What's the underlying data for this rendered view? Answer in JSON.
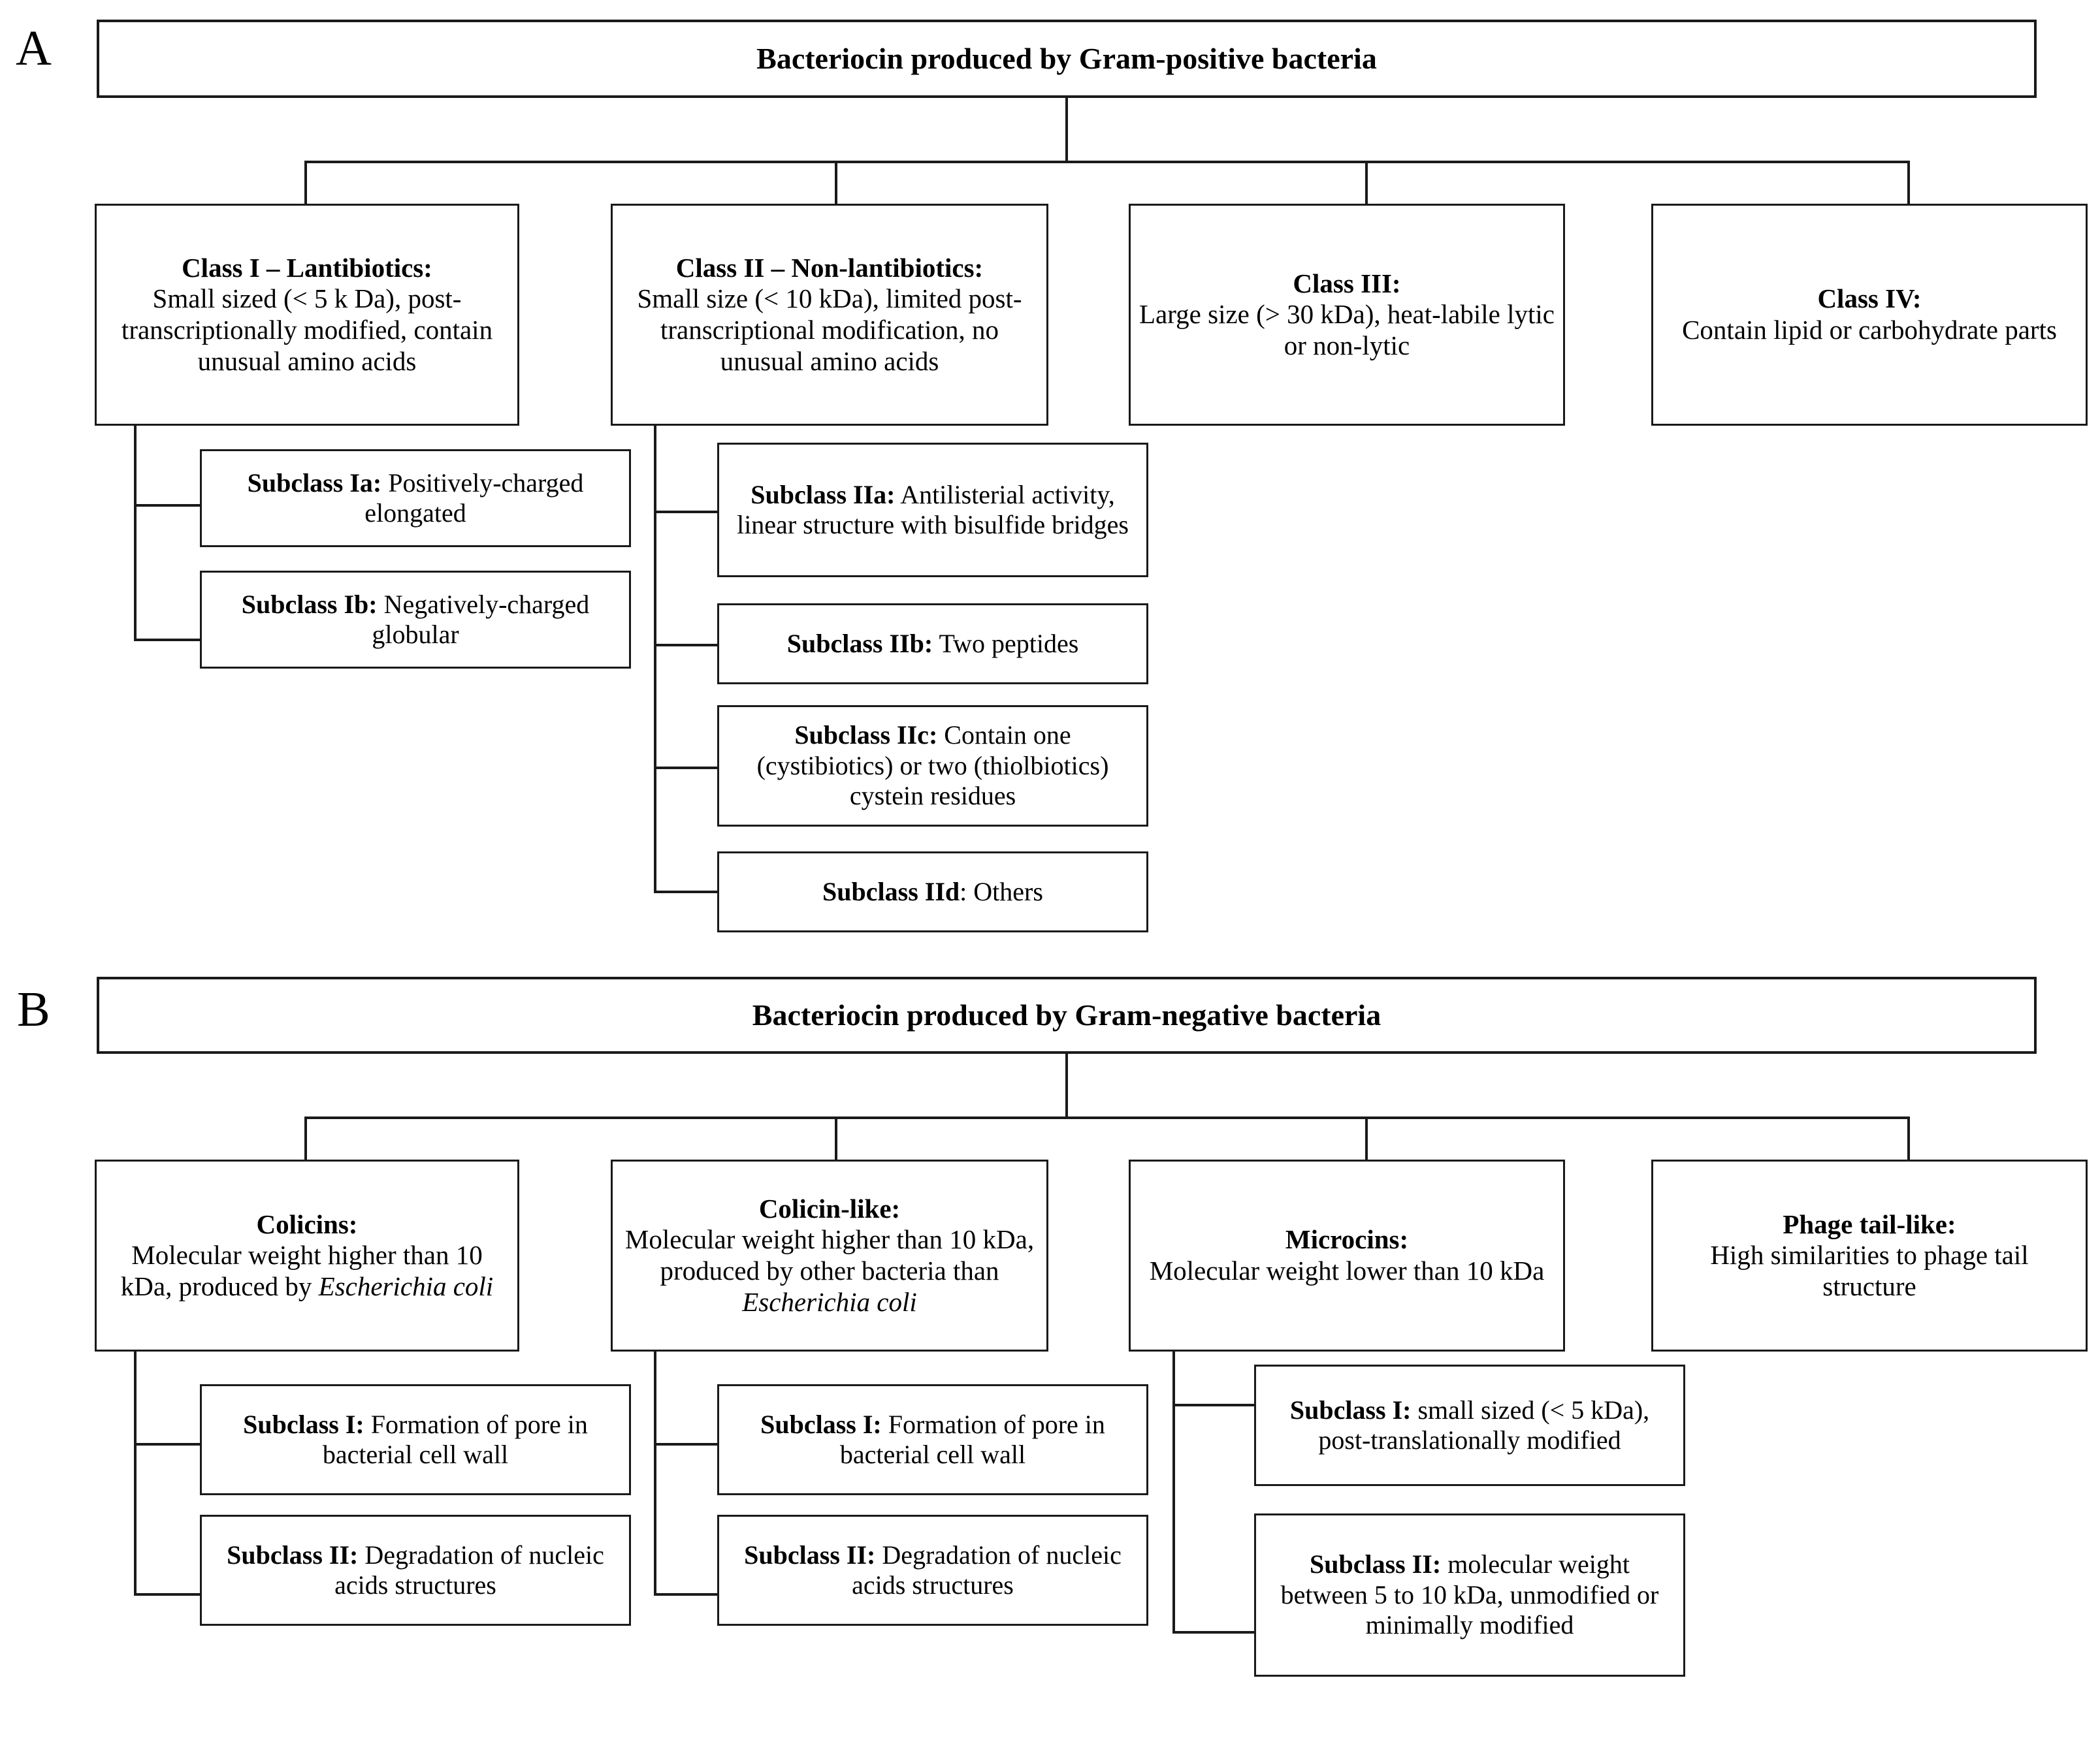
{
  "figure": {
    "panels": [
      {
        "letter": "A",
        "root": "Bacteriocin produced by Gram-positive bacteria",
        "classes": [
          {
            "title": "Class I – Lantibiotics:",
            "desc": "Small sized (< 5 k Da), post-transcriptionally modified, contain unusual amino acids",
            "subclasses": [
              {
                "title": "Subclass Ia:",
                "desc": "Positively-charged elongated"
              },
              {
                "title": "Subclass Ib:",
                "desc": "Negatively-charged globular"
              }
            ]
          },
          {
            "title": "Class II – Non-lantibiotics:",
            "desc": "Small size (< 10 kDa), limited post-transcriptional modification, no unusual amino acids",
            "subclasses": [
              {
                "title": "Subclass IIa:",
                "desc": "Antilisterial activity, linear structure with bisulfide bridges"
              },
              {
                "title": "Subclass IIb:",
                "desc": "Two peptides"
              },
              {
                "title": "Subclass IIc:",
                "desc": "Contain one (cystibiotics) or two (thiolbiotics) cystein residues"
              },
              {
                "title": "Subclass IId",
                "desc": ": Others"
              }
            ]
          },
          {
            "title": "Class III:",
            "desc": "Large size (> 30 kDa), heat-labile lytic or non-lytic",
            "subclasses": []
          },
          {
            "title": "Class IV:",
            "desc": "Contain lipid or carbohydrate parts",
            "subclasses": []
          }
        ]
      },
      {
        "letter": "B",
        "root": "Bacteriocin produced by Gram-negative bacteria",
        "classes": [
          {
            "title": "Colicins:",
            "desc": "Molecular weight higher than 10 kDa, produced by ",
            "desc_italic": "Escherichia coli",
            "subclasses": [
              {
                "title": "Subclass I:",
                "desc": "Formation of pore in bacterial cell wall"
              },
              {
                "title": "Subclass II:",
                "desc": "Degradation of nucleic acids structures"
              }
            ]
          },
          {
            "title": "Colicin-like:",
            "desc": "Molecular weight higher than 10 kDa, produced by other bacteria than ",
            "desc_italic": "Escherichia coli",
            "subclasses": [
              {
                "title": "Subclass I:",
                "desc": "Formation of pore in bacterial cell wall"
              },
              {
                "title": "Subclass II:",
                "desc": "Degradation of nucleic acids structures"
              }
            ]
          },
          {
            "title": "Microcins:",
            "desc": "Molecular weight lower than 10 kDa",
            "subclasses": [
              {
                "title": "Subclass I:",
                "desc": "small sized (< 5 kDa), post-translationally modified"
              },
              {
                "title": "Subclass II:",
                "desc": "molecular weight between 5 to 10 kDa, unmodified or minimally modified"
              }
            ]
          },
          {
            "title": "Phage tail-like:",
            "desc": "High similarities to phage tail structure",
            "subclasses": []
          }
        ]
      }
    ]
  },
  "colors": {
    "line": "#1a1a1a",
    "background": "#ffffff",
    "text": "#000000"
  }
}
